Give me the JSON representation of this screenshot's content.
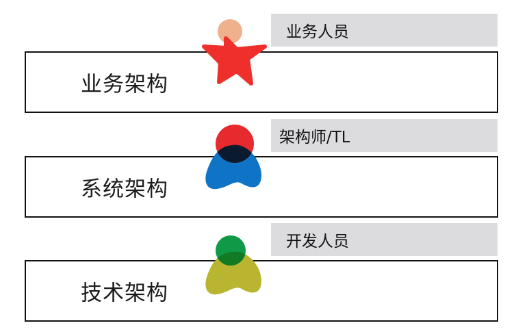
{
  "layers": [
    {
      "title": "业务架构",
      "role": "业务人员",
      "icon": "star-person-icon",
      "colors": {
        "head": "#efb08c",
        "body": "#ee2f2b"
      }
    },
    {
      "title": "系统架构",
      "role": "架构师/TL",
      "icon": "blob-person-icon",
      "colors": {
        "head": "#e62a2e",
        "body": "#0f74c6",
        "overlap": "#0b1a2e"
      }
    },
    {
      "title": "技术架构",
      "role": "开发人员",
      "icon": "blob-person-icon",
      "colors": {
        "head": "#109a48",
        "body": "#b9b530",
        "overlap": "#117a22"
      }
    }
  ]
}
